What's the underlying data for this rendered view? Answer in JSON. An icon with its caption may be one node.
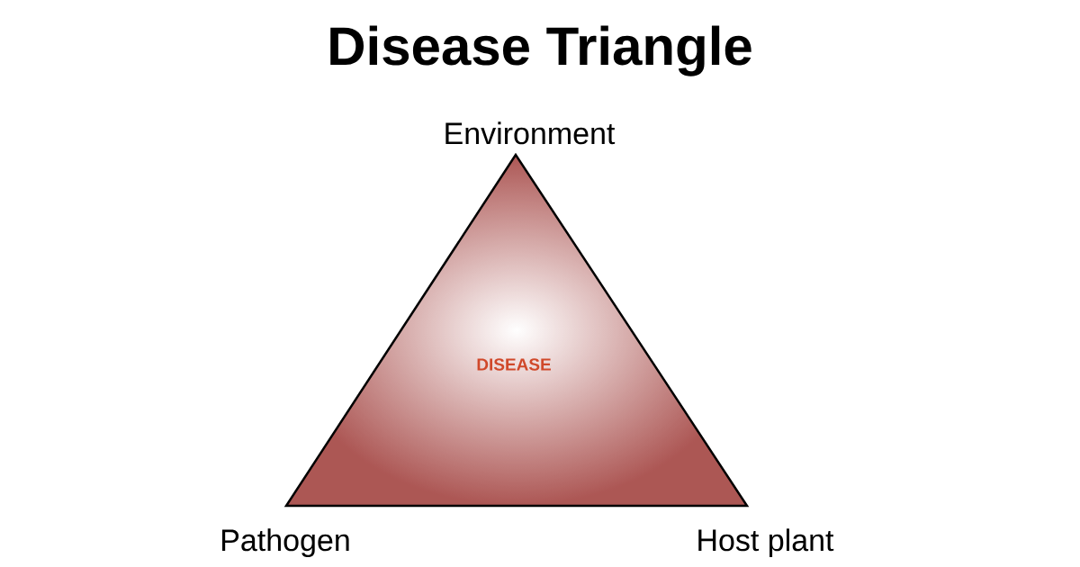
{
  "diagram": {
    "title": "Disease Triangle",
    "nodes": [
      {
        "text": [
          "DISEASE"
        ]
      }
    ],
    "labels": [
      "Environment",
      "Pathogen",
      "Host plant"
    ]
  }
}
